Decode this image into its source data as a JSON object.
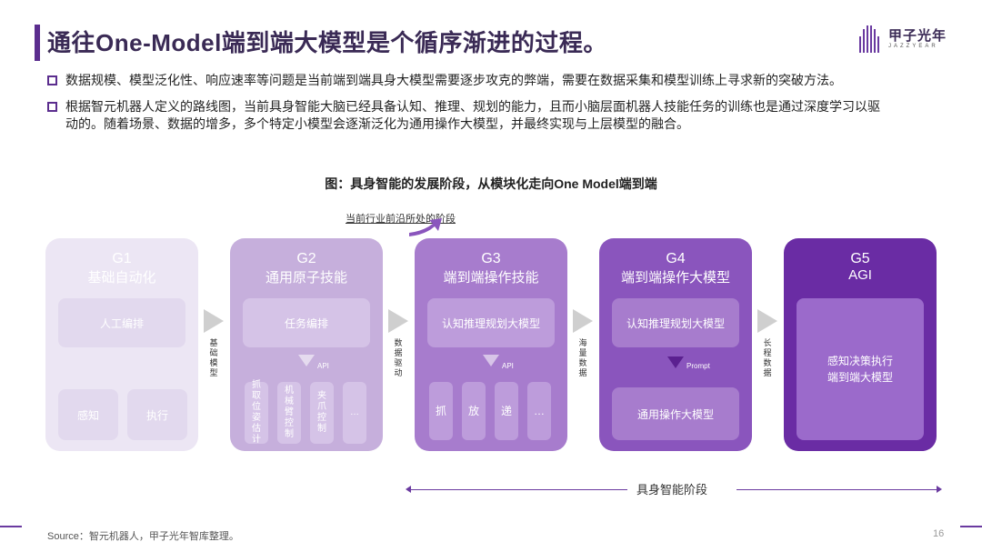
{
  "header": {
    "title": "通往One-Model端到端大模型是个循序渐进的过程。",
    "logo_cn": "甲子光年",
    "logo_en": "JAZZYEAR"
  },
  "bullets": [
    {
      "line1": "数据规模、模型泛化性、响应速率等问题是当前端到端具身大模型需要逐步攻克的弊端，需要在数据采集和模型训练上寻求新的突破方法。"
    },
    {
      "line1": "根据智元机器人定义的路线图，当前具身智能大脑已经具备认知、推理、规划的能力，且而小脑层面机器人技能任务的训练也是通过深度学习以驱",
      "line2": "动的。随着场景、数据的增多，多个特定小模型会逐渐泛化为通用操作大模型，并最终实现与上层模型的融合。"
    }
  ],
  "figure": {
    "title": "图：具身智能的发展阶段，从模块化走向One Model端到端",
    "current_stage_label": "当前行业前沿所处的阶段",
    "stages": [
      {
        "id": "G1",
        "name": "基础自动化",
        "top_box": "人工编排",
        "bottom_left": "感知",
        "bottom_right": "执行"
      },
      {
        "id": "G2",
        "name": "通用原子技能",
        "top_box": "任务编排",
        "api": "API",
        "skills": [
          [
            "抓",
            "取",
            "位",
            "姿",
            "估",
            "计"
          ],
          [
            "机",
            "械",
            "臂",
            "控",
            "制"
          ],
          [
            "夹",
            "爪",
            "控",
            "制"
          ],
          [
            "…"
          ]
        ]
      },
      {
        "id": "G3",
        "name": "端到端操作技能",
        "top_box": "认知推理规划大模型",
        "api": "API",
        "skills": [
          "抓",
          "放",
          "递",
          "…"
        ]
      },
      {
        "id": "G4",
        "name": "端到端操作大模型",
        "top_box": "认知推理规划大模型",
        "prompt": "Prompt",
        "bottom_box": "通用操作大模型"
      },
      {
        "id": "G5",
        "name": "AGI",
        "main_box_line1": "感知决策执行",
        "main_box_line2": "端到端大模型"
      }
    ],
    "connectors": [
      [
        "基",
        "础",
        "模",
        "型"
      ],
      [
        "数",
        "据",
        "驱",
        "动"
      ],
      [
        "海",
        "量",
        "数",
        "据"
      ],
      [
        "长",
        "程",
        "数",
        "据"
      ]
    ],
    "phase_label": "具身智能阶段"
  },
  "footer": {
    "source": "Source：智元机器人，甲子光年智库整理。",
    "page": "16"
  },
  "colors": {
    "accent": "#5b2d8e",
    "g1": "#ece6f4",
    "g2": "#c6afdc",
    "g3": "#a77ccd",
    "g4": "#8a55bd",
    "g5": "#6a2ca4"
  }
}
